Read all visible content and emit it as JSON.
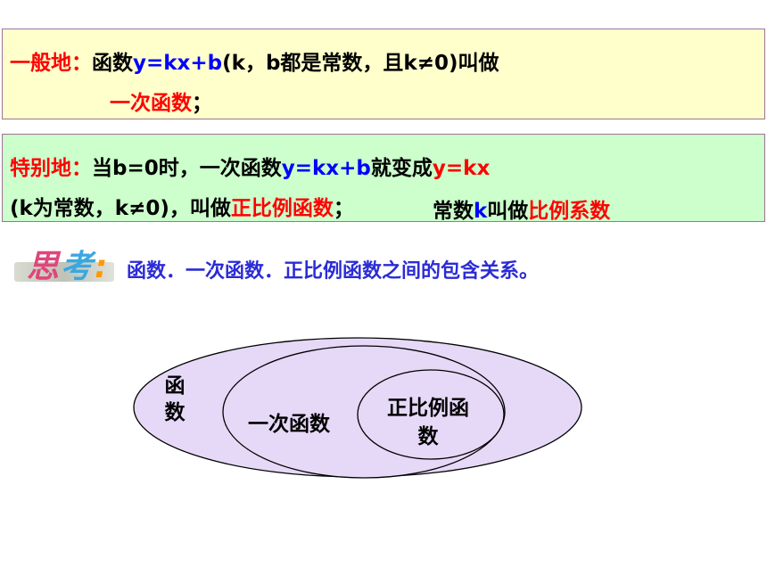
{
  "box1": {
    "line1": {
      "prefix": "一般地：",
      "text1": "函数",
      "formula": "y=kx+b",
      "text2": "(k，b都是常数，且k≠0)叫做"
    },
    "line2": {
      "term": "一次函数",
      "suffix": "；"
    }
  },
  "box2": {
    "line1": {
      "prefix": "特别地：",
      "text1": "当b=0时，一次函数",
      "formula1": "y=kx+b",
      "text2": "就变成",
      "formula2": "y=kx"
    },
    "line2": {
      "text1": "(k为常数，k≠0)，叫做",
      "term1": "正比例函数",
      "text2": "；",
      "text3": "常数",
      "k": "k",
      "text4": "叫做",
      "term2": "比例系数"
    }
  },
  "think": {
    "title_char1": "思",
    "title_char2": "考",
    "title_colon": ":",
    "text": "函数．一次函数．正比例函数之间的包含关系。"
  },
  "venn": {
    "outer_label": "函数",
    "middle_label": "一次函数",
    "inner_label": "正比例函数"
  },
  "colors": {
    "highlight_red": "#ff0000",
    "formula_blue": "#0000ff",
    "box1_bg": "#ffffcc",
    "box2_bg": "#ccffcc",
    "venn_fill": "#e6d9f7"
  }
}
